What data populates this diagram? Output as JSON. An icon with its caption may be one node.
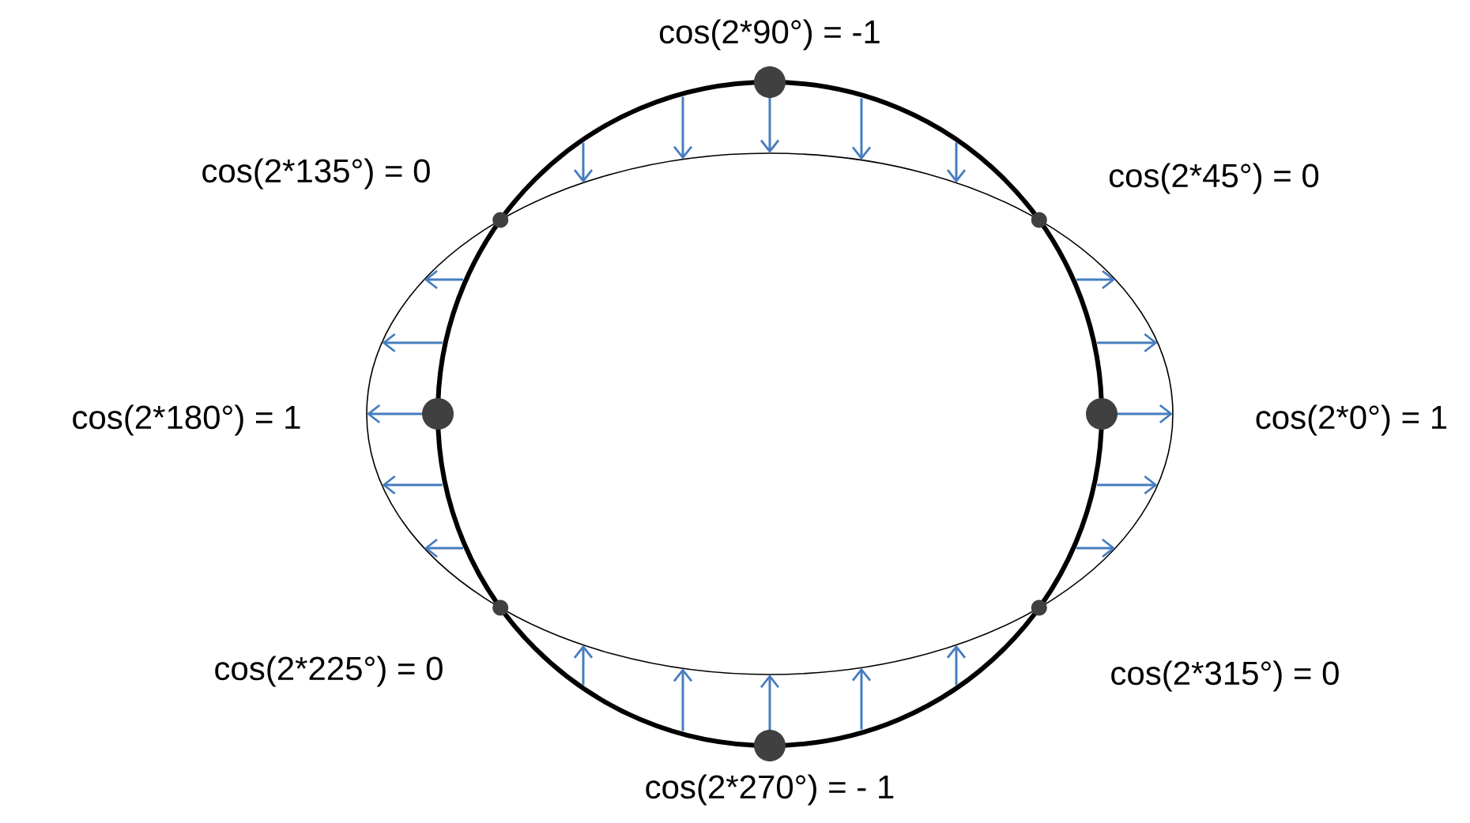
{
  "diagram": {
    "labels": [
      "cos(2*90°) = -1",
      "cos(2*135°) = 0",
      "cos(2*45°) = 0",
      "cos(2*180°) = 1",
      "cos(2*0°) = 1",
      "cos(2*225°) = 0",
      "cos(2*315°) = 0",
      "cos(2*270°) = - 1"
    ]
  }
}
